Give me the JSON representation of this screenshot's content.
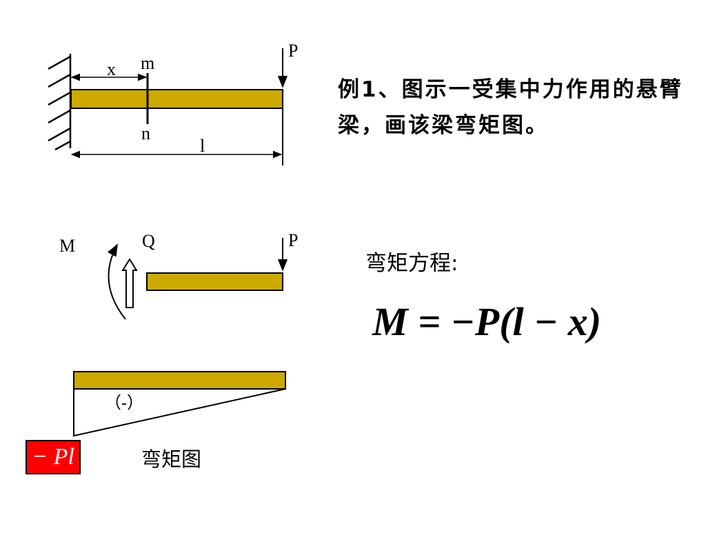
{
  "title": "例1、图示一受集中力作用的悬臂梁，画该梁弯矩图。",
  "top_diagram": {
    "x_label": "x",
    "m_label": "m",
    "n_label": "n",
    "l_label": "l",
    "p_label": "P"
  },
  "free_body": {
    "m_label": "M",
    "q_label": "Q",
    "p_label": "P"
  },
  "equation": {
    "label": "弯矩方程:",
    "formula": "M = −P(l − x)"
  },
  "moment_diagram": {
    "sign_label": "（-）",
    "max_value": "− Pl",
    "caption": "弯矩图"
  },
  "colors": {
    "beam_fill": "#ccaa00",
    "beam_stroke": "#000000",
    "max_box": "#ff0000"
  }
}
